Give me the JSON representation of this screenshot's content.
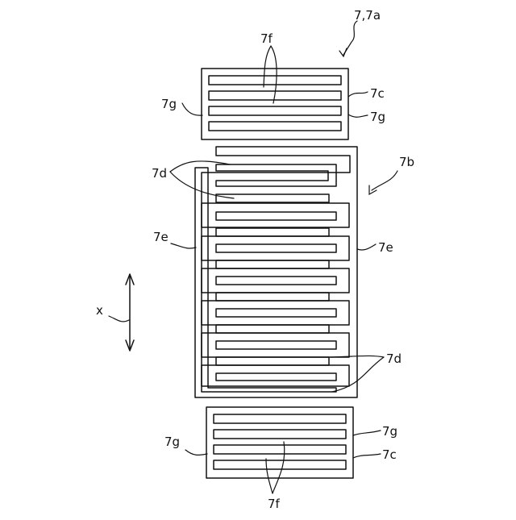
{
  "labels": {
    "main_ref": "7,7a",
    "label_7f_top": "7f",
    "label_7c_top": "7c",
    "label_7g_top_left": "7g",
    "label_7g_top_right": "7g",
    "label_7b": "7b",
    "label_7d_left": "7d",
    "label_7e_left": "7e",
    "label_7e_right": "7e",
    "label_7d_right": "7d",
    "label_x": "x",
    "label_7g_bottom_left": "7g",
    "label_7g_bottom_right": "7g",
    "label_7c_bottom": "7c",
    "label_7f_bottom": "7f"
  },
  "colors": {
    "ink": "#111111",
    "background": "#ffffff"
  }
}
